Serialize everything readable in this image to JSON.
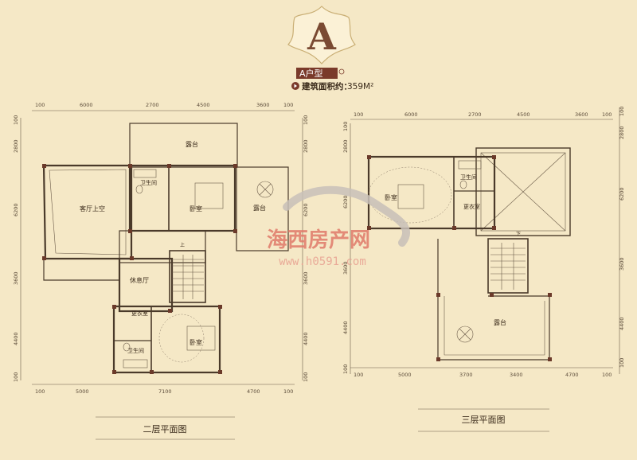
{
  "header": {
    "badge_letter": "A",
    "unit_type": "A户型",
    "area_label": "建筑面积约：",
    "area_value": "359M²",
    "colors": {
      "gold": "#b89a5a",
      "brown": "#7a4a32",
      "bg": "#f5e8c6"
    }
  },
  "watermark": {
    "text": "海西房产网",
    "url": "www.h0591.com"
  },
  "plan2": {
    "caption": "二层平面图",
    "top_dims": [
      "100",
      "6000",
      "2700",
      "4500",
      "3600",
      "100"
    ],
    "bottom_dims": [
      "100",
      "5000",
      "7100",
      "4700",
      "100"
    ],
    "left_dims": [
      "100",
      "2800",
      "6200",
      "3600",
      "4400",
      "100"
    ],
    "right_dims": [
      "100",
      "2800",
      "6200",
      "3600",
      "4400",
      "100"
    ],
    "rooms": {
      "terrace_top": "露台",
      "bath1": "卫生间",
      "bedroom1": "卧室",
      "terrace_right": "露台",
      "living_void": "客厅上空",
      "lounge": "休息厅",
      "closet": "更衣室",
      "bath2": "卫生间",
      "bedroom2": "卧室",
      "stair_up": "上"
    }
  },
  "plan3": {
    "caption": "三层平面图",
    "top_dims": [
      "100",
      "6000",
      "2700",
      "4500",
      "3600",
      "100"
    ],
    "bottom_dims": [
      "100",
      "5000",
      "3700",
      "3400",
      "4700",
      "100"
    ],
    "left_dims": [
      "100",
      "2800",
      "6200",
      "3600",
      "4400",
      "100"
    ],
    "right_dims": [
      "100",
      "2800",
      "6200",
      "3600",
      "4400",
      "100"
    ],
    "rooms": {
      "bath": "卫生间",
      "bedroom": "卧室",
      "closet": "更衣室",
      "terrace": "露台",
      "stair_down": "下"
    }
  }
}
